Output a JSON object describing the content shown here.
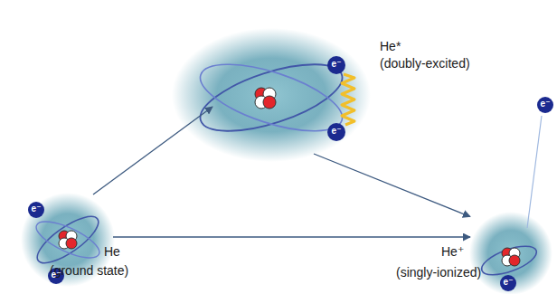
{
  "diagram": {
    "nodes": [
      {
        "text": [
          "He",
          "(ground state)"
        ]
      },
      {
        "text": [
          "He*",
          "(doubly-excited)"
        ]
      },
      {
        "text": [
          "He⁺",
          "(singly-ionized)"
        ]
      }
    ],
    "edges": [
      {
        "from": 0,
        "to": 1,
        "arrow": "to"
      },
      {
        "from": 1,
        "to": 2,
        "arrow": "to"
      },
      {
        "from": 0,
        "to": 2,
        "arrow": "to"
      }
    ],
    "labels": [
      "e⁻",
      "e⁻",
      "e⁻",
      "e⁻",
      "e⁻",
      "e⁻"
    ]
  }
}
